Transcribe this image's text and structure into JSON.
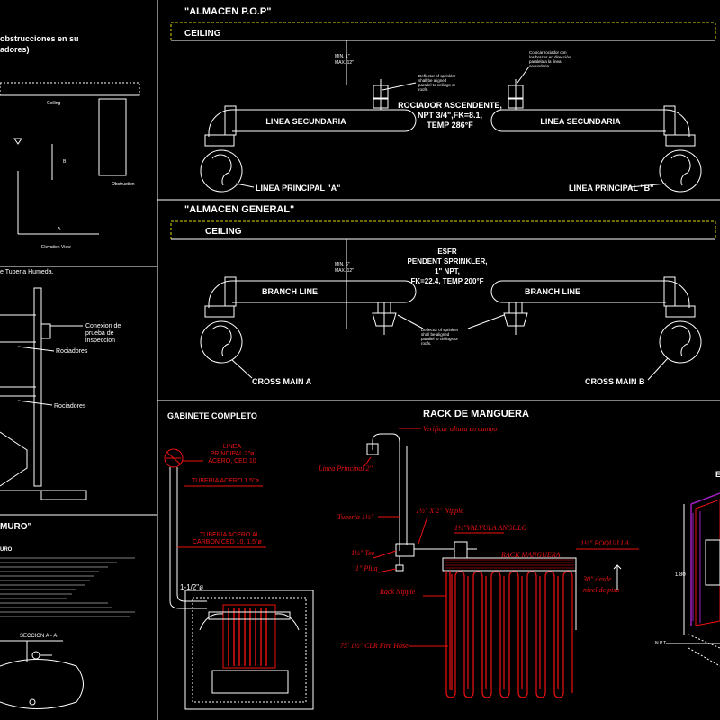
{
  "panel_pop": {
    "title": "\"ALMACEN P.O.P\"",
    "ceiling": "CEILING",
    "dim_min": "MIN. 1\"",
    "dim_max": "MAX. 12\"",
    "sprinkler_spec": [
      "ROCIADOR ASCENDENTE,",
      "NPT 3/4\",FK=8.1,",
      "TEMP 286°F"
    ],
    "note_left": [
      "Deflector of sprinkler",
      "shall be aligned",
      "parallel to ceilings or",
      "roofs."
    ],
    "note_right": [
      "Colocar rociador con",
      "los brazos en dirección",
      "paralela a la línea",
      "secundaria"
    ],
    "pipe_left": "LINEA SECUNDARIA",
    "pipe_right": "LINEA SECUNDARIA",
    "main_left": "LINEA PRINCIPAL \"A\"",
    "main_right": "LINEA PRINCIPAL \"B\""
  },
  "panel_general": {
    "title": "\"ALMACEN GENERAL\"",
    "ceiling": "CEILING",
    "dim_min": "MIN. 6\"",
    "dim_max": "MAX. 12\"",
    "sprinkler_spec": [
      "ESFR",
      "PENDENT SPRINKLER,",
      "1\" NPT,",
      "FK=22.4, TEMP 200°F"
    ],
    "note": [
      "Deflector of sprinkler",
      "shall be aligned",
      "parallel to ceilings or",
      "roofs."
    ],
    "pipe_left": "BRANCH LINE",
    "pipe_right": "BRANCH LINE",
    "main_left": "CROSS MAIN A",
    "main_right": "CROSS MAIN B"
  },
  "panel_obstruction": {
    "title_1": "obstrucciones en su",
    "title_2": "adores)",
    "ceiling": "Ceiling",
    "dim_b": "B",
    "dim_a": "A",
    "obstruction": "Obstruction",
    "view": "Elevation View"
  },
  "panel_wet": {
    "title": "e Tuberia Humeda.",
    "conexion": [
      "Conexion de",
      "prueba de",
      "inspeccion"
    ],
    "rociadores_1": "Rociadores",
    "rociadores_2": "Rociadores"
  },
  "panel_muro": {
    "title": "MURO\"",
    "note_head": "URO",
    "seccion": "SECCION A - A"
  },
  "panel_gabinete": {
    "title": "GABINETE COMPLETO",
    "linea_principal": [
      "LINEA",
      "PRINCIPAL 2\"ø",
      "ACERO, CED 10"
    ],
    "tuberia_acero": "TUBERIA ACERO 1.5\"ø",
    "tuberia_carbon": [
      "TUBERIA ACERO AL",
      "CARBON CED 10, 1.5\"ø"
    ],
    "diam": "1-1/2\"ø"
  },
  "panel_rack": {
    "title": "RACK DE MANGUERA",
    "verificar": "Verificar altura en campo",
    "linea_principal": "Linea Principal 2\"",
    "tuberia": "Tuberia 1½\"",
    "nipple": "1½\" X 2\" Nipple",
    "valvula": "1½\"VALVULA ANGULO",
    "tee": "1½\" Tee",
    "plug": "1\" Plug",
    "rack_manguera": "RACK MANGUERA",
    "boquilla": "1½\" BOQUILLA",
    "rack_nipple": "Rack Nipple",
    "desde": [
      "30\" desde",
      "nivel de piso"
    ],
    "hose": "75' 1½\" CLR Fire Hose"
  },
  "panel_box": {
    "letter": "E",
    "height": "1.80",
    "npt": "N.P.T."
  }
}
